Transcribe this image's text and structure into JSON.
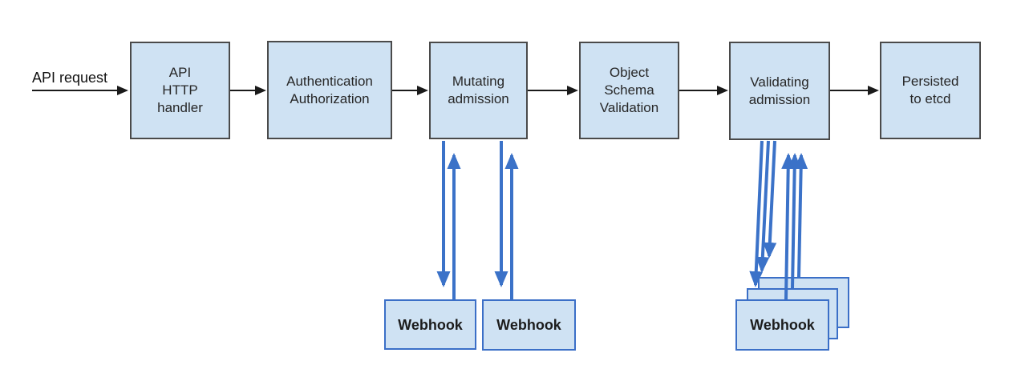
{
  "flow": {
    "request_label": "API request",
    "nodes": [
      {
        "id": "api-http-handler",
        "label": "API\nHTTP\nhandler"
      },
      {
        "id": "authn-authz",
        "label": "Authentication\nAuthorization"
      },
      {
        "id": "mutating-admission",
        "label": "Mutating\nadmission"
      },
      {
        "id": "object-schema-validation",
        "label": "Object\nSchema\nValidation"
      },
      {
        "id": "validating-admission",
        "label": "Validating\nadmission"
      },
      {
        "id": "persisted-to-etcd",
        "label": "Persisted\nto etcd"
      }
    ]
  },
  "webhooks": {
    "mutating": [
      {
        "label": "Webhook"
      },
      {
        "label": "Webhook"
      }
    ],
    "validating": {
      "label": "Webhook",
      "stack_count": 3
    }
  },
  "colors": {
    "box_fill": "#cfe2f3",
    "box_border": "#4a4a4a",
    "webhook_border": "#3b6fc7",
    "webhook_arrow": "#3b72c8",
    "flow_arrow": "#1a1a1a",
    "background": "#ffffff"
  }
}
